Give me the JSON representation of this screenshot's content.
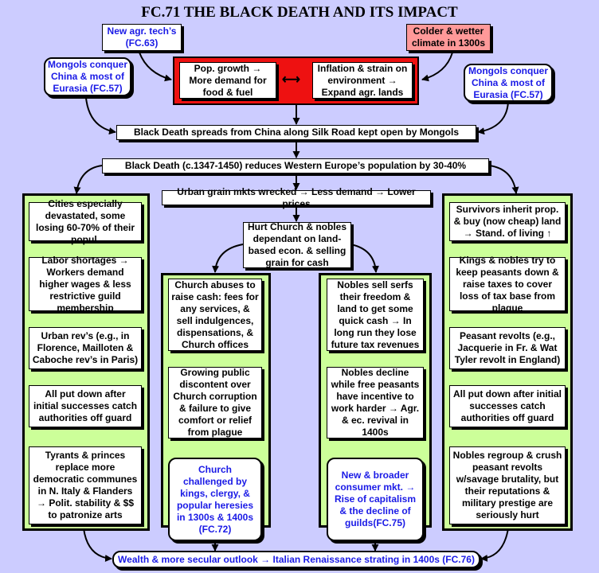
{
  "title": "FC.71 THE BLACK DEATH AND ITS IMPACT",
  "top": {
    "agr_tech": "New agr. tech’s (FC.63)",
    "climate": "Colder & wetter climate in 1300s",
    "mongols_left": "Mongols conquer China & most of Eurasia (FC.57)",
    "mongols_right": "Mongols conquer China & most of Eurasia (FC.57)",
    "pop_growth": "Pop. growth → More demand for food & fuel",
    "inflation": "Inflation & strain on environment → Expand agr. lands",
    "double_arrow": "⟷"
  },
  "spread": "Black Death spreads from China along Silk Road kept open by Mongols",
  "reduces": "Black Death (c.1347-1450) reduces Western Europe’s population by 30-40%",
  "center": {
    "urban_grain": "Urban grain mkts wrecked → Less demand → Lower prices",
    "hurt_church": "Hurt Church & nobles dependant on land-based econ. & selling grain for cash"
  },
  "left_column": [
    "Cities especially devastated, some losing 60-70% of their popul.",
    "Labor shortages → Workers demand higher wages & less restrictive guild membership",
    "Urban rev’s (e.g., in Florence, Mailloten & Caboche rev’s in Paris)",
    "All put down after initial successes catch authorities off guard",
    "Tyrants & princes replace more democratic communes in N. Italy & Flanders → Polit. stability & $$ to patronize arts"
  ],
  "church_column": [
    "Church abuses to raise cash: fees for any services, & sell indulgences, dispensations, & Church offices",
    "Growing public discontent over Church corruption & failure to give comfort or relief from plague",
    "Church challenged by kings, clergy, & popular heresies in 1300s & 1400s (FC.72)"
  ],
  "nobles_column": [
    "Nobles sell serfs their freedom & land to get some quick cash → In long run they lose future tax revenues",
    "Nobles decline while free peasants have incentive to work harder → Agr. & ec. revival in 1400s",
    "New & broader consumer mkt. → Rise of capitalism & the decline of guilds(FC.75)"
  ],
  "right_column": [
    "Survivors inherit prop. & buy (now cheap) land → Stand. of living ↑",
    "Kings & nobles try to keep peasants down & raise taxes to cover loss of tax base from plague",
    "Peasant revolts (e.g., Jacquerie in Fr. & Wat Tyler revolt in England)",
    "All put down after initial successes catch authorities off guard",
    "Nobles regroup & crush peasant revolts w/savage brutality, but their reputations & military prestige are seriously hurt"
  ],
  "bottom": "Wealth & more secular outlook → Italian Renaissance strating in 1400s (FC.76)"
}
